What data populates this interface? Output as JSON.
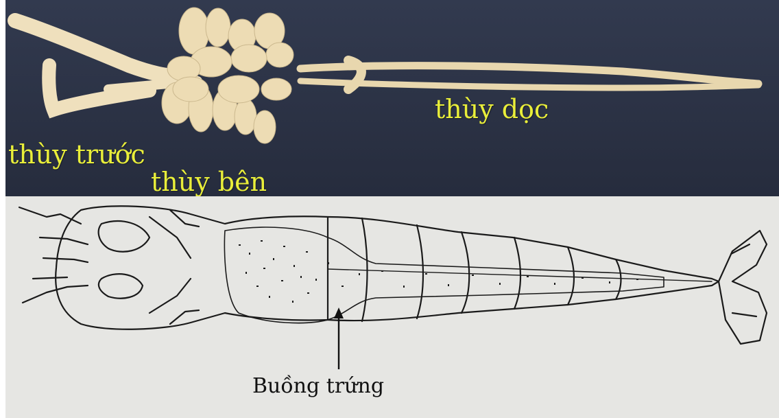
{
  "photo": {
    "labels": {
      "anterior_lobe": "thùy trước",
      "lateral_lobe": "thùy bên",
      "longitudinal_lobe": "thùy dọc"
    },
    "colors": {
      "background": "#2c3347",
      "tissue": "#eddcb4",
      "label": "#e9ee3a"
    }
  },
  "drawing": {
    "annotation": "Buồng trứng",
    "colors": {
      "paper": "#e6e6e3",
      "ink": "#1a1a1a"
    }
  }
}
